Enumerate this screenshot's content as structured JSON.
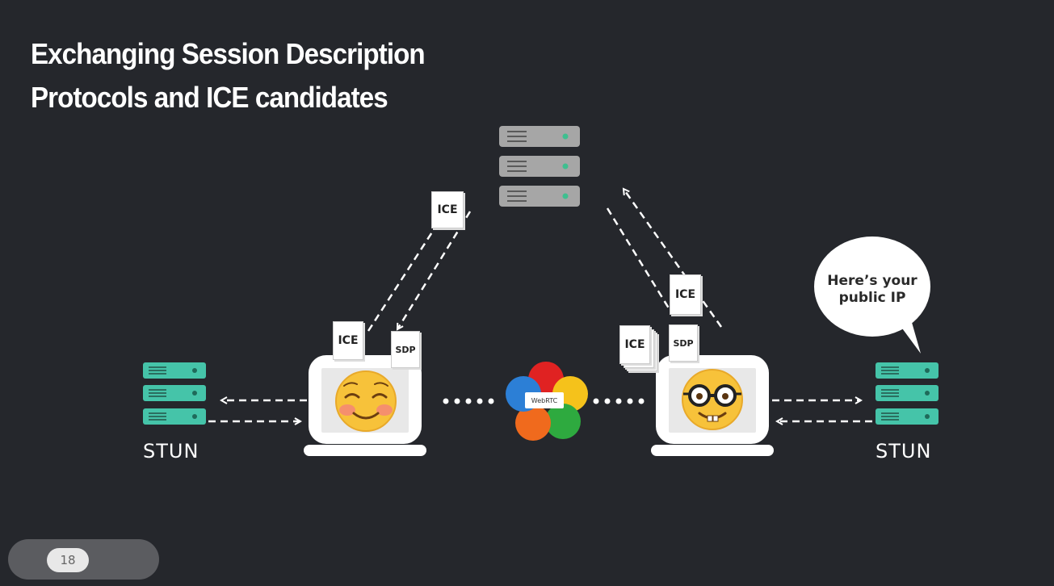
{
  "title": {
    "line1": "Exchanging Session Description",
    "line2": "Protocols and ICE candidates"
  },
  "labels": {
    "ice": "ICE",
    "sdp": "SDP",
    "stun": "STUN",
    "webrtc": "WebRTC"
  },
  "bubble": {
    "line1": "Here’s your",
    "line2": "public IP"
  },
  "page_number": "18",
  "colors": {
    "background": "#25272c",
    "server_gray": "#a0a0a0",
    "stun_teal": "#45c4a9",
    "server_led": "#3fbf8f"
  },
  "icons": {
    "left_face": "smiling-face-emoji",
    "right_face": "nerd-face-emoji"
  }
}
